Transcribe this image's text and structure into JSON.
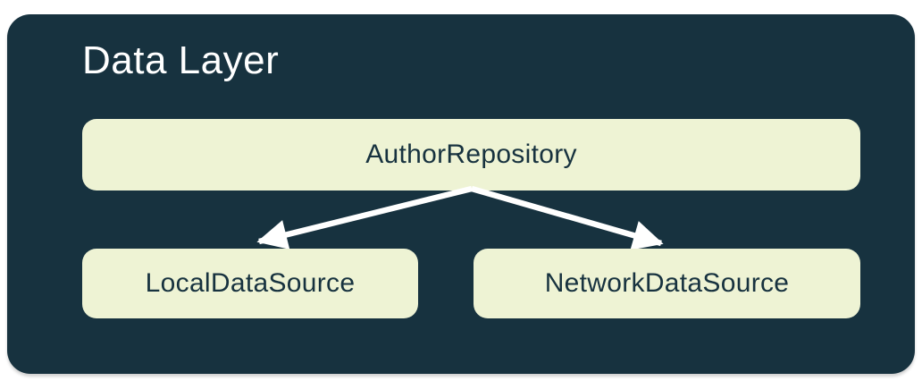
{
  "diagram": {
    "title": "Data Layer",
    "nodes": [
      {
        "id": "author-repository",
        "label": "AuthorRepository"
      },
      {
        "id": "local-data-source",
        "label": "LocalDataSource"
      },
      {
        "id": "network-data-source",
        "label": "NetworkDataSource"
      }
    ],
    "edges": [
      {
        "from": "AuthorRepository",
        "to": "LocalDataSource"
      },
      {
        "from": "AuthorRepository",
        "to": "NetworkDataSource"
      }
    ],
    "colors": {
      "canvas_background": "#ffffff",
      "card_background": "#17323F",
      "node_background": "#EEF3D4",
      "node_text": "#17323F",
      "title_text": "#ffffff",
      "arrow": "#ffffff"
    }
  }
}
